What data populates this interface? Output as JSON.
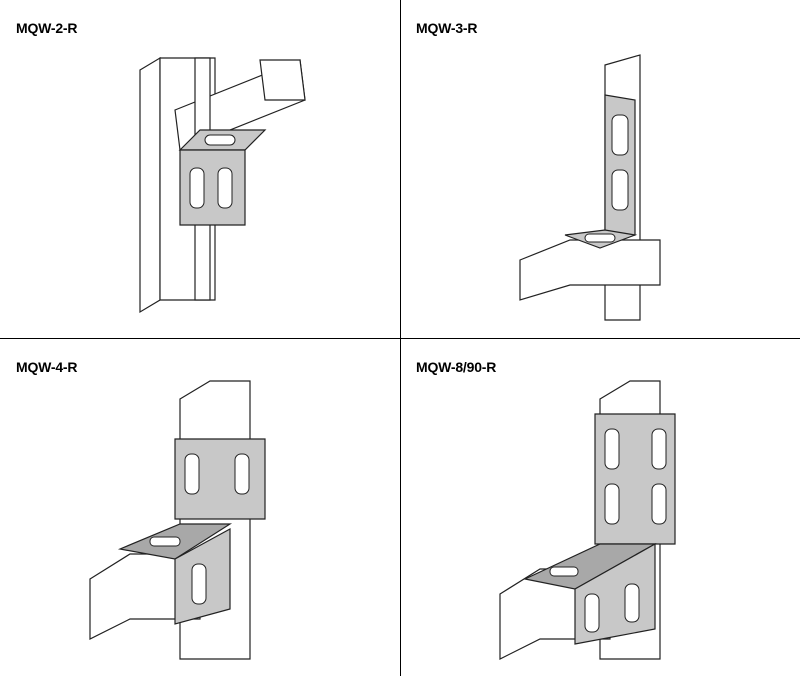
{
  "products": [
    {
      "label": "MQW-2-R"
    },
    {
      "label": "MQW-3-R"
    },
    {
      "label": "MQW-4-R"
    },
    {
      "label": "MQW-8/90-R"
    }
  ]
}
